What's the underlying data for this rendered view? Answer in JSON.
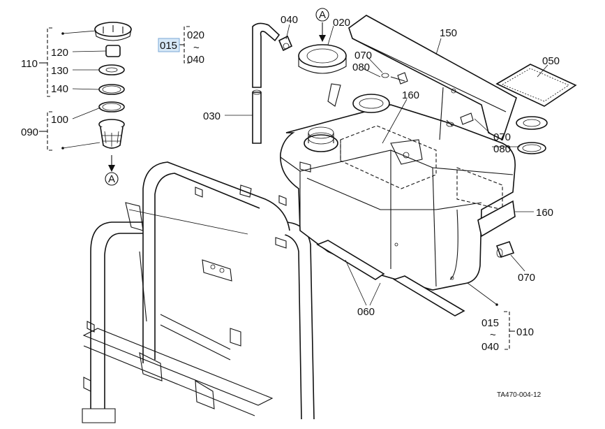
{
  "callouts": {
    "c015": "015",
    "c020a": "020",
    "tilde_a": "~",
    "c040a": "040",
    "c110": "110",
    "c120": "120",
    "c130": "130",
    "c140": "140",
    "c100": "100",
    "c090": "090",
    "marker_top": "A",
    "marker_bottom": "A",
    "c040b": "040",
    "c020b": "020",
    "c150": "150",
    "c070a": "070",
    "c080a": "080",
    "c160a": "160",
    "c050": "050",
    "c030": "030",
    "c070b": "070",
    "c080b": "080",
    "c160b": "160",
    "c070c": "070",
    "c060": "060",
    "c015b": "015",
    "tilde_b": "~",
    "c040c": "040",
    "c010": "010"
  },
  "figure_code": "TA470-004-12",
  "colors": {
    "highlight": "#d6e8f7",
    "highlight_border": "#7aa7d6",
    "ink": "#111111"
  }
}
